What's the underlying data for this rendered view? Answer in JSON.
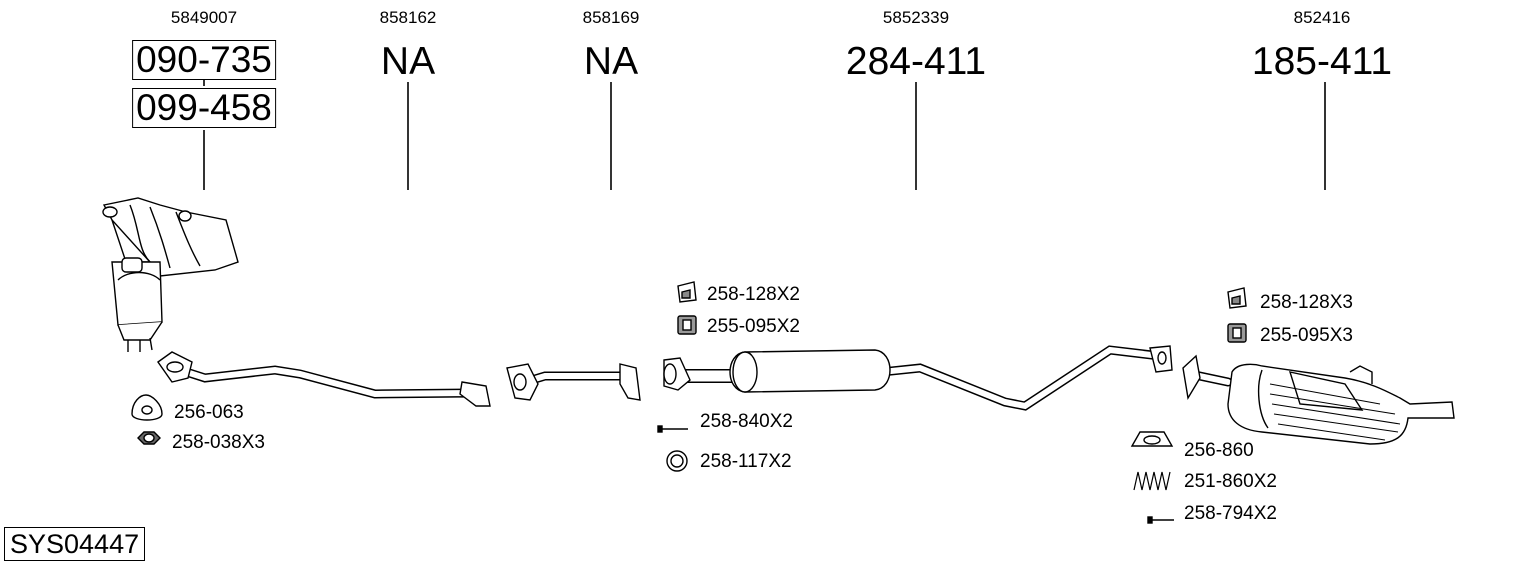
{
  "columns": [
    {
      "oe": "5849007",
      "parts": [
        "090-735",
        "099-458"
      ]
    },
    {
      "oe": "858162",
      "parts": [
        "NA"
      ]
    },
    {
      "oe": "858169",
      "parts": [
        "NA"
      ]
    },
    {
      "oe": "5852339",
      "parts": [
        "284-411"
      ]
    },
    {
      "oe": "852416",
      "parts": [
        "185-411"
      ]
    }
  ],
  "accessories": {
    "gasket_256_063": "256-063",
    "nut_258_038x3": "258-038X3",
    "clamp_258_128x2": "258-128X2",
    "rubber_255_095x2": "255-095X2",
    "bolt_258_840x2": "258-840X2",
    "ring_258_117x2": "258-117X2",
    "clamp_258_128x3": "258-128X3",
    "rubber_255_095x3": "255-095X3",
    "ring_256_860": "256-860",
    "spring_251_860x2": "251-860X2",
    "bolt_258_794x2": "258-794X2"
  },
  "system_id": "SYS04447"
}
